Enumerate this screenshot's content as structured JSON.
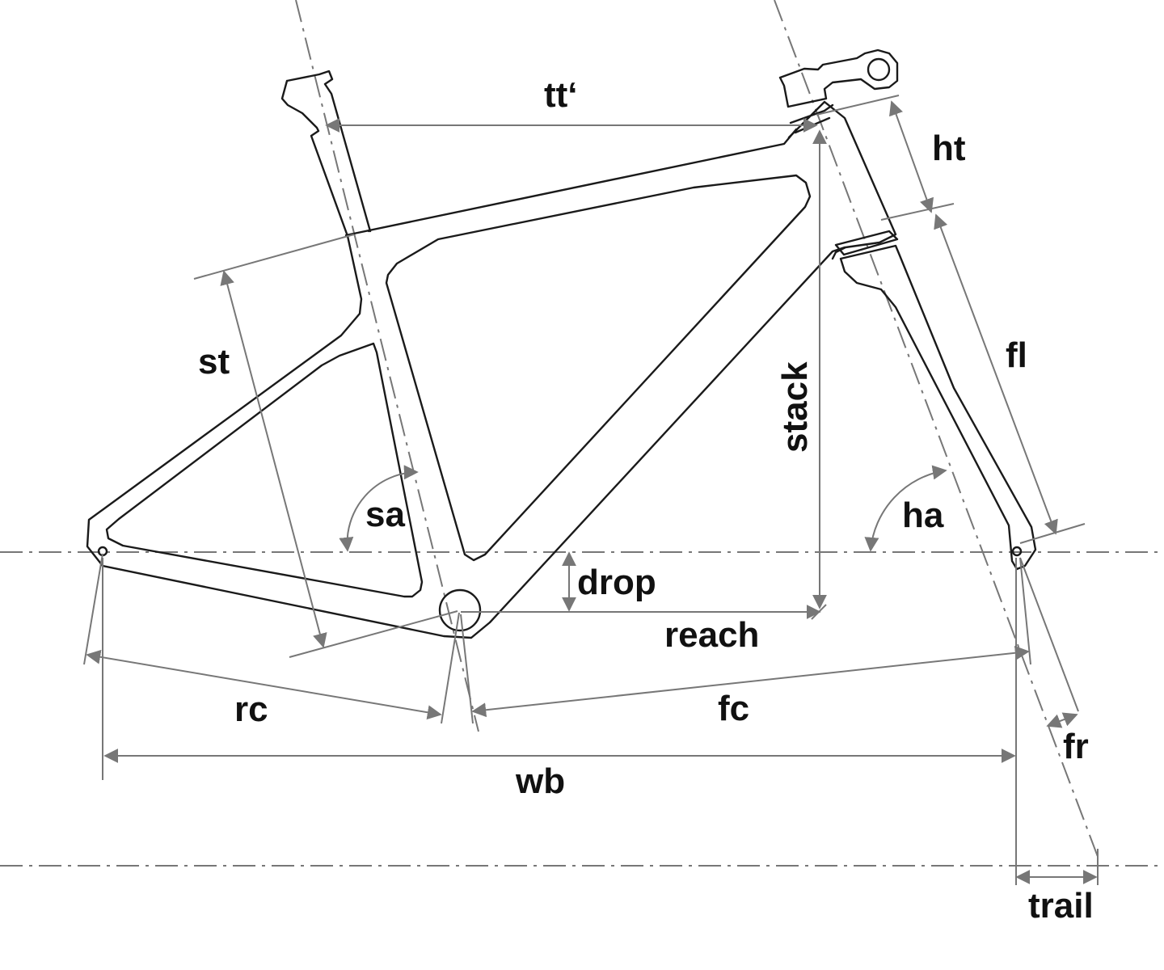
{
  "diagram": {
    "title": "bike frame geometry",
    "labels": {
      "tt": "tt‘",
      "ht": "ht",
      "st": "st",
      "stack": "stack",
      "fl": "fl",
      "sa": "sa",
      "ha": "ha",
      "drop": "drop",
      "reach": "reach",
      "rc": "rc",
      "fc": "fc",
      "wb": "wb",
      "fr": "fr",
      "trail": "trail"
    },
    "colors": {
      "frame": "#1a1a1a",
      "dimension": "#777777",
      "text": "#111111"
    }
  }
}
